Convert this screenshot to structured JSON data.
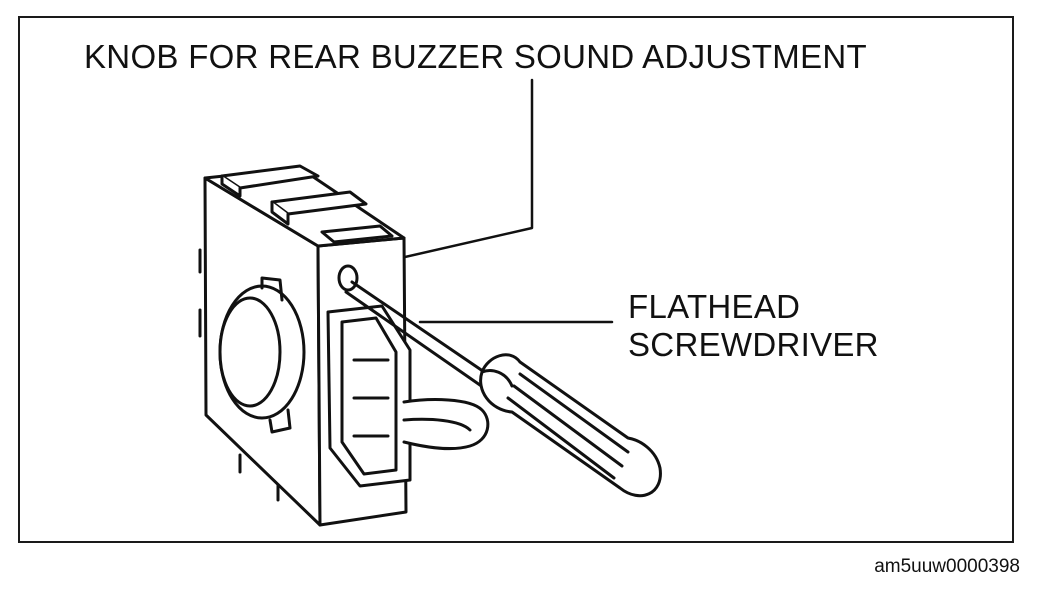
{
  "figure": {
    "callouts": {
      "knob": "KNOB FOR REAR BUZZER SOUND ADJUSTMENT",
      "screwdriver_line1": "FLATHEAD",
      "screwdriver_line2": "SCREWDRIVER"
    },
    "figure_id": "am5uuw0000398"
  }
}
